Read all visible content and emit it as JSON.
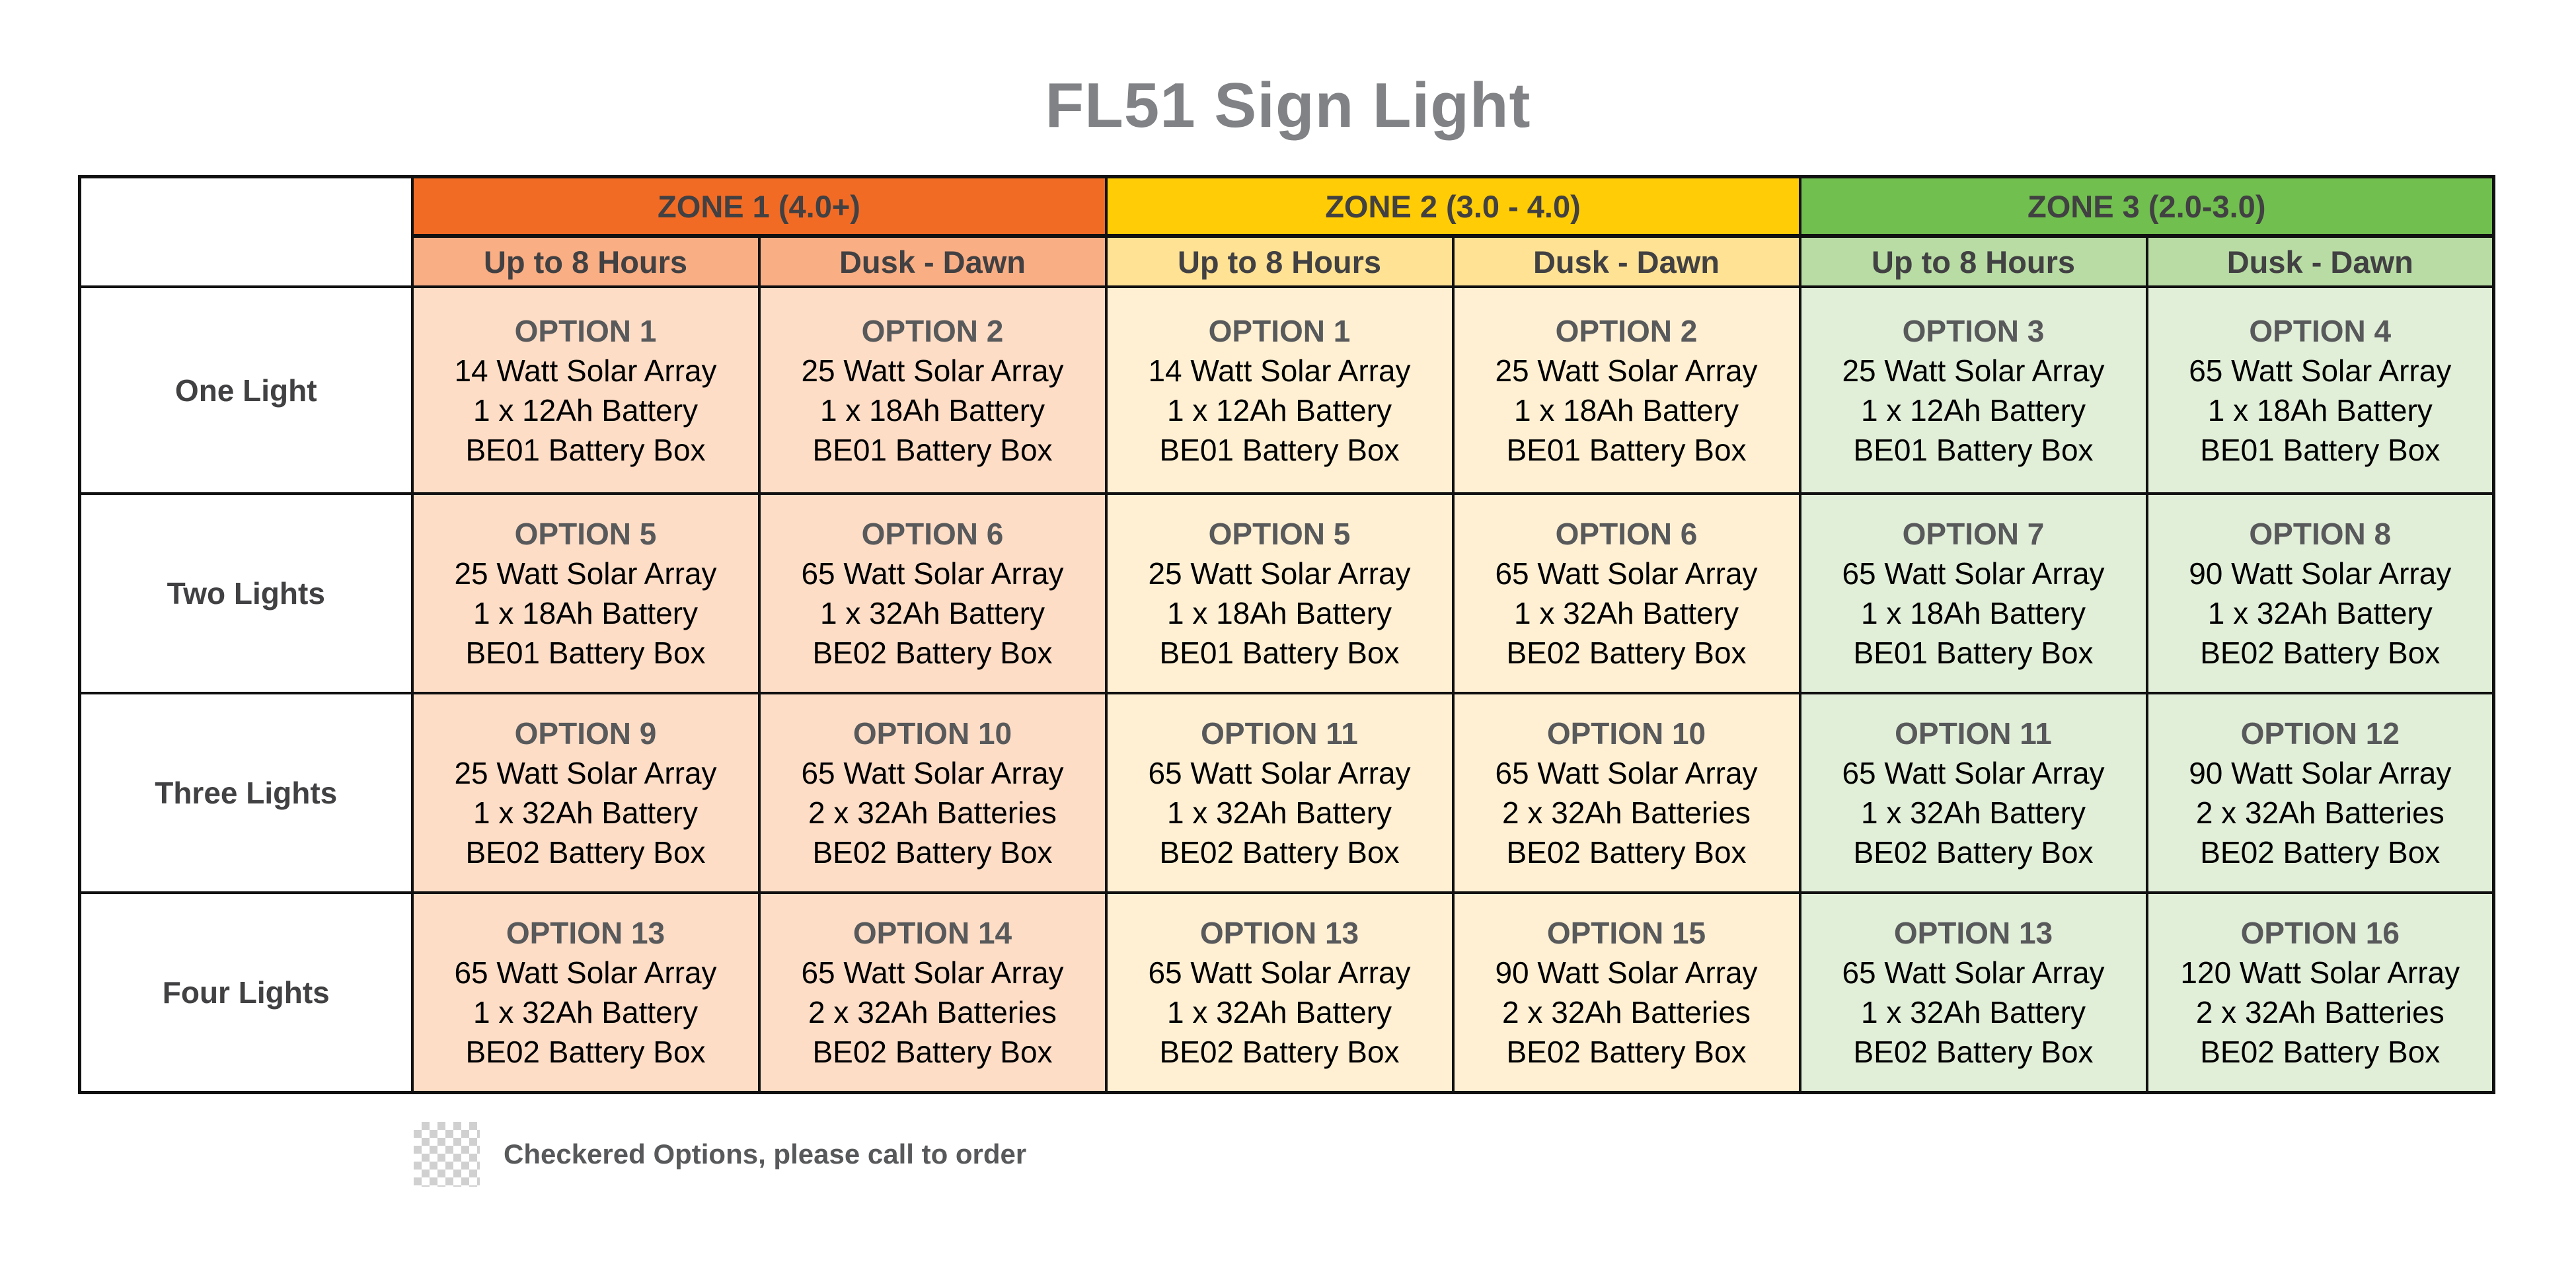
{
  "title": "FL51 Sign Light",
  "colors": {
    "zone1_header": "#f26b25",
    "zone1_sub": "#f9ae84",
    "zone1_body": "#fdddc6",
    "zone2_header": "#ffcc05",
    "zone2_sub": "#ffe294",
    "zone2_body": "#fff0d3",
    "zone3_header": "#71bf4f",
    "zone3_sub": "#b8dca4",
    "zone3_body": "#e1eed8",
    "title_text": "#808285",
    "header_text": "#414042",
    "option_title_text": "#58595b",
    "border": "#111111"
  },
  "zones": [
    {
      "label": "ZONE 1 (4.0+)",
      "sub": [
        "Up to 8 Hours",
        "Dusk - Dawn"
      ]
    },
    {
      "label": "ZONE 2 (3.0 - 4.0)",
      "sub": [
        "Up to 8 Hours",
        "Dusk - Dawn"
      ]
    },
    {
      "label": "ZONE 3 (2.0-3.0)",
      "sub": [
        "Up to 8 Hours",
        "Dusk - Dawn"
      ]
    }
  ],
  "rows": [
    {
      "label": "One Light",
      "cells": [
        {
          "option": "OPTION 1",
          "solar": "14 Watt Solar Array",
          "battery": "1 x 12Ah Battery",
          "box": "BE01 Battery Box"
        },
        {
          "option": "OPTION 2",
          "solar": "25 Watt Solar Array",
          "battery": "1 x 18Ah Battery",
          "box": "BE01 Battery Box"
        },
        {
          "option": "OPTION 1",
          "solar": "14 Watt Solar Array",
          "battery": "1 x 12Ah Battery",
          "box": "BE01 Battery Box"
        },
        {
          "option": "OPTION 2",
          "solar": "25 Watt Solar Array",
          "battery": "1 x 18Ah Battery",
          "box": "BE01 Battery Box"
        },
        {
          "option": "OPTION 3",
          "solar": "25 Watt Solar Array",
          "battery": "1 x 12Ah Battery",
          "box": "BE01 Battery Box"
        },
        {
          "option": "OPTION 4",
          "solar": "65 Watt Solar Array",
          "battery": "1 x 18Ah Battery",
          "box": "BE01 Battery Box"
        }
      ]
    },
    {
      "label": "Two Lights",
      "cells": [
        {
          "option": "OPTION 5",
          "solar": "25 Watt Solar Array",
          "battery": "1 x 18Ah Battery",
          "box": "BE01 Battery Box"
        },
        {
          "option": "OPTION 6",
          "solar": "65 Watt Solar Array",
          "battery": "1 x 32Ah Battery",
          "box": "BE02 Battery Box"
        },
        {
          "option": "OPTION 5",
          "solar": "25 Watt Solar Array",
          "battery": "1 x 18Ah Battery",
          "box": "BE01 Battery Box"
        },
        {
          "option": "OPTION 6",
          "solar": "65 Watt Solar Array",
          "battery": "1 x 32Ah Battery",
          "box": "BE02 Battery Box"
        },
        {
          "option": "OPTION 7",
          "solar": "65 Watt Solar Array",
          "battery": "1 x 18Ah Battery",
          "box": "BE01 Battery Box"
        },
        {
          "option": "OPTION 8",
          "solar": "90 Watt Solar Array",
          "battery": "1 x 32Ah Battery",
          "box": "BE02 Battery Box"
        }
      ]
    },
    {
      "label": "Three Lights",
      "cells": [
        {
          "option": "OPTION 9",
          "solar": "25 Watt Solar Array",
          "battery": "1 x 32Ah Battery",
          "box": "BE02 Battery Box"
        },
        {
          "option": "OPTION 10",
          "solar": "65 Watt Solar Array",
          "battery": "2 x 32Ah Batteries",
          "box": "BE02 Battery Box"
        },
        {
          "option": "OPTION 11",
          "solar": "65 Watt Solar Array",
          "battery": "1 x 32Ah Battery",
          "box": "BE02 Battery Box"
        },
        {
          "option": "OPTION 10",
          "solar": "65 Watt Solar Array",
          "battery": "2 x 32Ah Batteries",
          "box": "BE02 Battery Box"
        },
        {
          "option": "OPTION 11",
          "solar": "65 Watt Solar Array",
          "battery": "1 x 32Ah Battery",
          "box": "BE02 Battery Box"
        },
        {
          "option": "OPTION 12",
          "solar": "90 Watt Solar Array",
          "battery": "2 x 32Ah Batteries",
          "box": "BE02 Battery Box"
        }
      ]
    },
    {
      "label": "Four Lights",
      "cells": [
        {
          "option": "OPTION 13",
          "solar": "65 Watt Solar Array",
          "battery": "1 x 32Ah Battery",
          "box": "BE02 Battery Box"
        },
        {
          "option": "OPTION 14",
          "solar": "65 Watt Solar Array",
          "battery": "2 x 32Ah Batteries",
          "box": "BE02 Battery Box"
        },
        {
          "option": "OPTION 13",
          "solar": "65 Watt Solar Array",
          "battery": "1 x 32Ah Battery",
          "box": "BE02 Battery Box"
        },
        {
          "option": "OPTION 15",
          "solar": "90 Watt Solar Array",
          "battery": "2 x 32Ah Batteries",
          "box": "BE02 Battery Box"
        },
        {
          "option": "OPTION 13",
          "solar": "65 Watt Solar Array",
          "battery": "1 x 32Ah Battery",
          "box": "BE02 Battery Box"
        },
        {
          "option": "OPTION 16",
          "solar": "120 Watt Solar Array",
          "battery": "2 x 32Ah Batteries",
          "box": "BE02 Battery Box"
        }
      ]
    }
  ],
  "legend": {
    "swatch_icon": "checkered-pattern-icon",
    "text": "Checkered Options, please call to order"
  }
}
